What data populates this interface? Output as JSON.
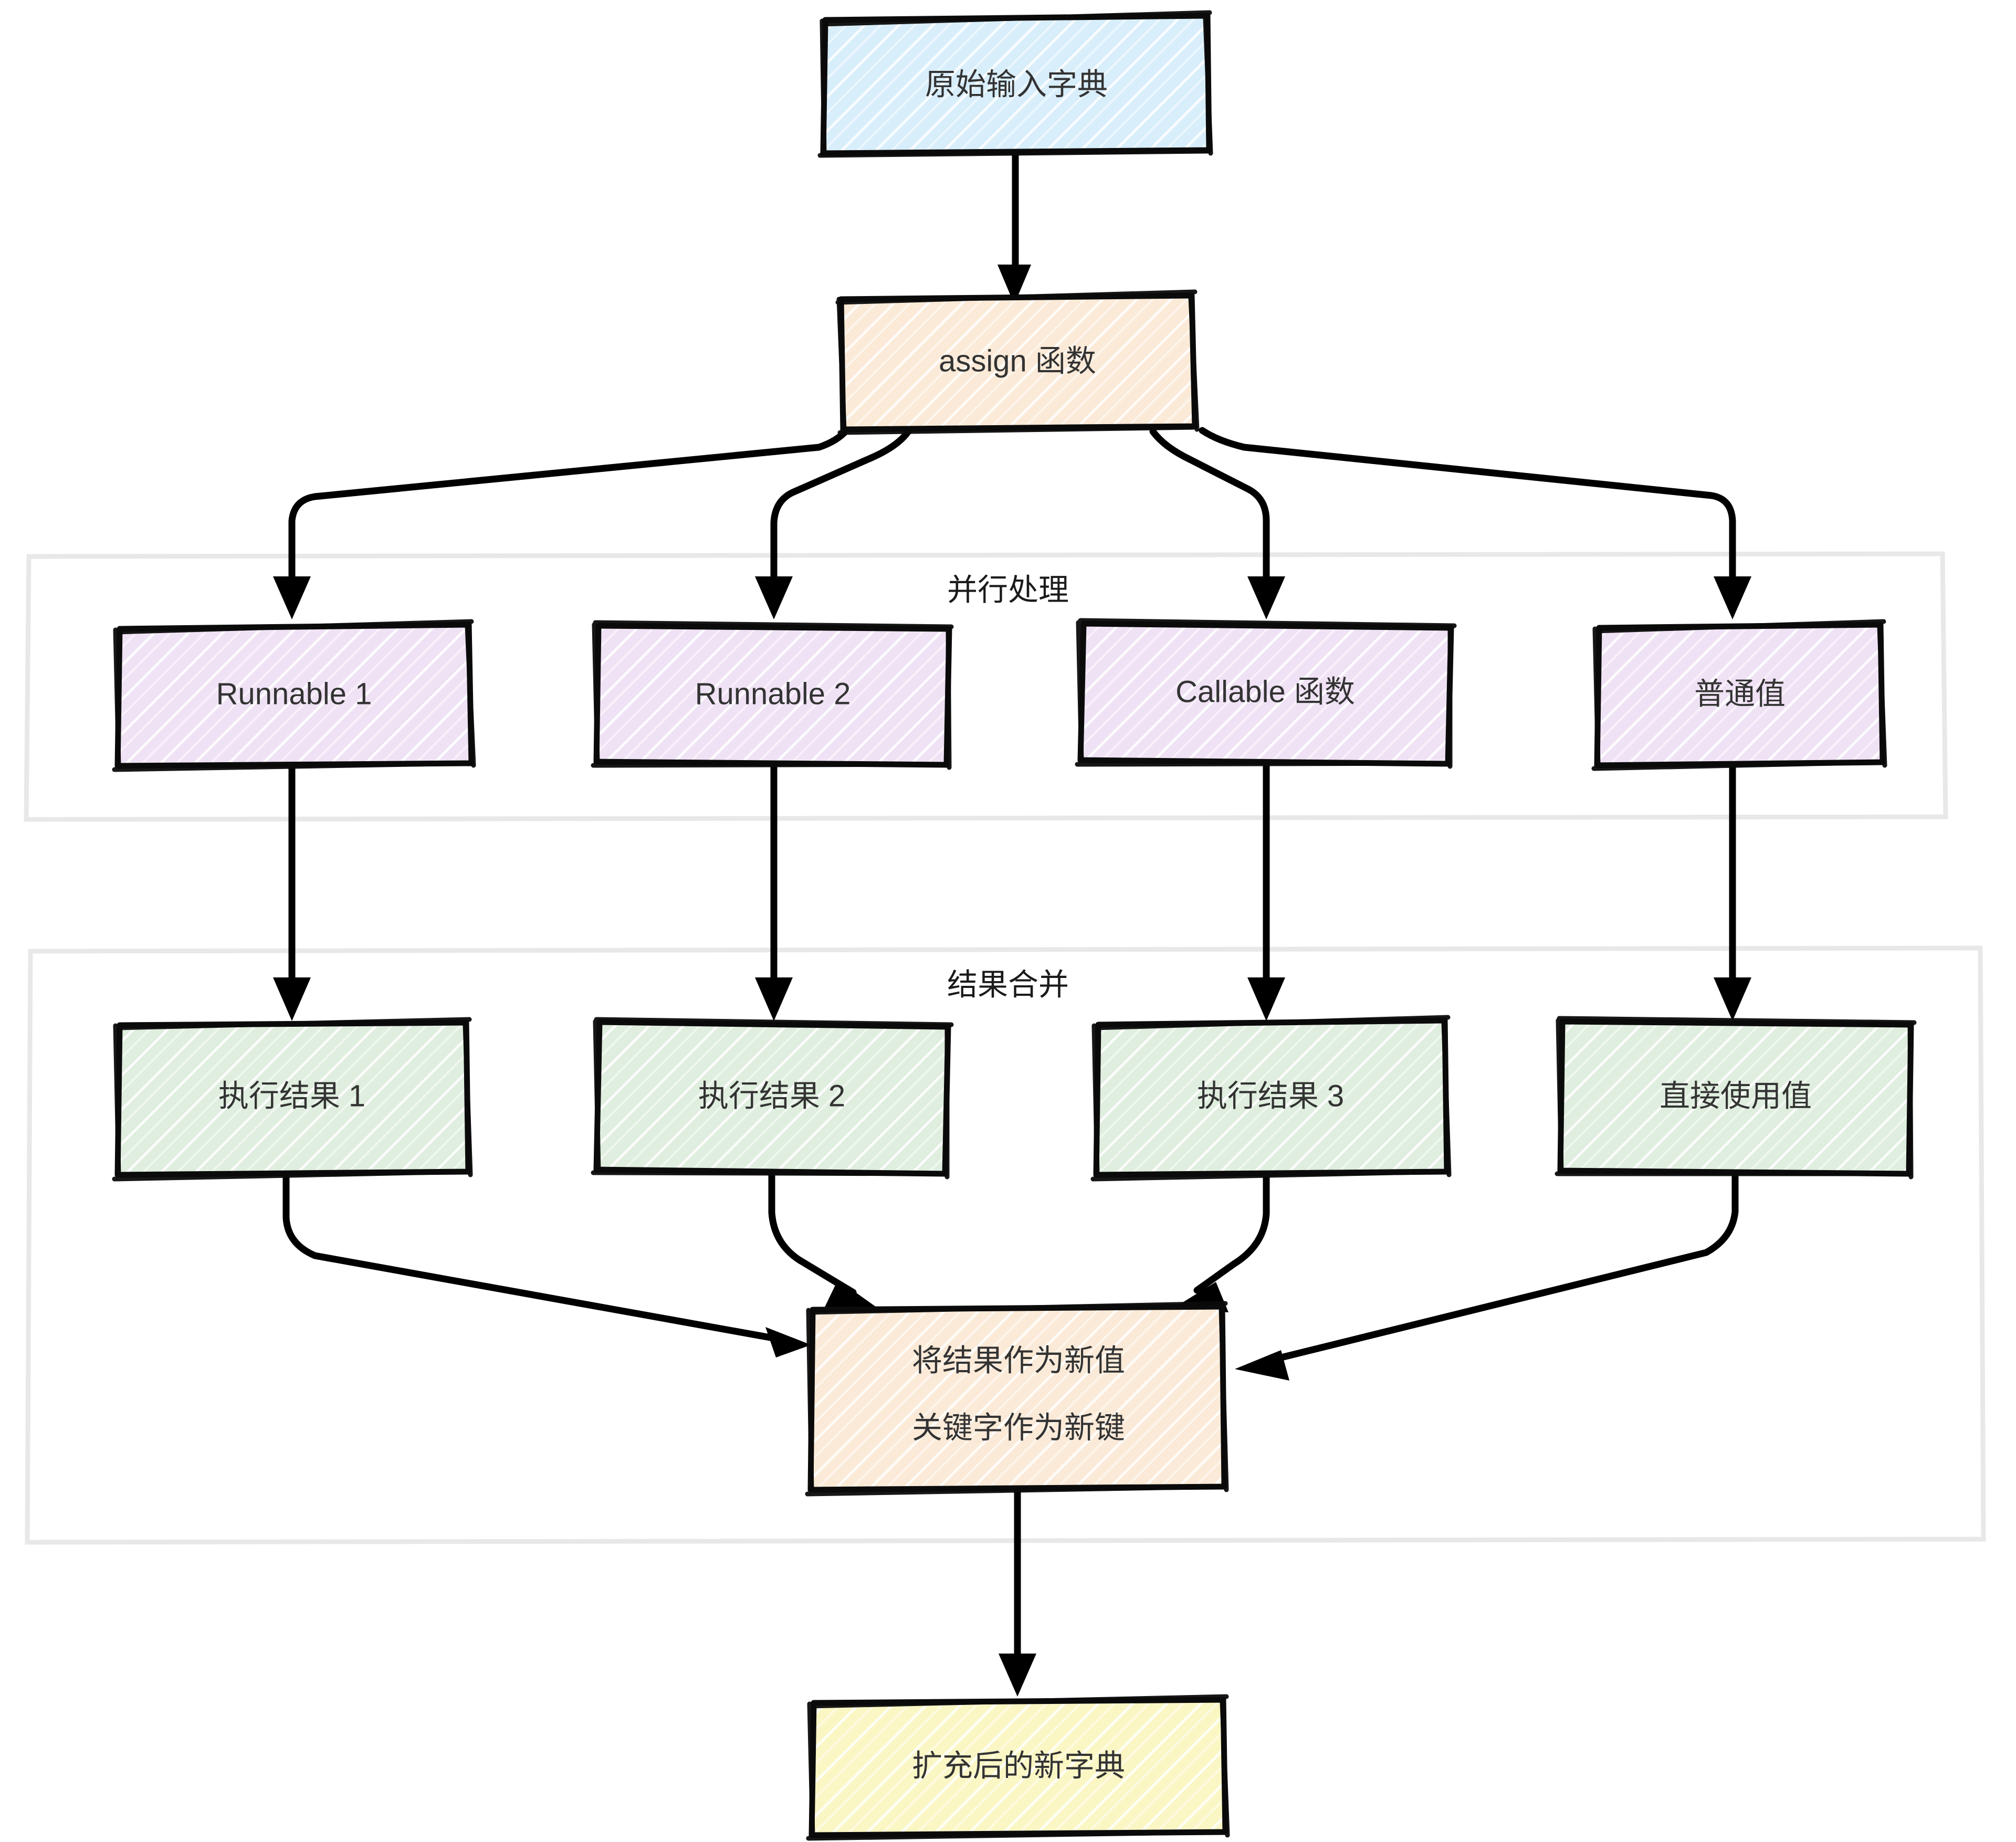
{
  "diagram": {
    "type": "flowchart",
    "direction": "top-down",
    "title": "",
    "theme": "hand-drawn",
    "background": "#ffffff"
  },
  "palette": {
    "input_fill": "#d8eefb",
    "input_stroke": "#0b0b0b",
    "process_fill": "#fbead7",
    "process_stroke": "#0b0b0b",
    "branch_fill": "#f0e2f5",
    "branch_stroke": "#0b0b0b",
    "result_fill": "#dfeede",
    "result_stroke": "#0b0b0b",
    "output_fill": "#fbf7c5",
    "output_stroke": "#0b0b0b",
    "cluster_stroke": "#e8e8e8",
    "edge_stroke": "#000000",
    "label_color": "#333333"
  },
  "clusters": [
    {
      "id": "parallel",
      "label": "并行处理"
    },
    {
      "id": "merge",
      "label": "结果合并"
    }
  ],
  "nodes": [
    {
      "id": "input",
      "label": "原始输入字典",
      "kind": "input"
    },
    {
      "id": "assign",
      "label": "assign 函数",
      "kind": "process"
    },
    {
      "id": "runnable1",
      "label": "Runnable 1",
      "kind": "branch",
      "cluster": "parallel"
    },
    {
      "id": "runnable2",
      "label": "Runnable 2",
      "kind": "branch",
      "cluster": "parallel"
    },
    {
      "id": "callable",
      "label": "Callable 函数",
      "kind": "branch",
      "cluster": "parallel"
    },
    {
      "id": "plain",
      "label": "普通值",
      "kind": "branch",
      "cluster": "parallel"
    },
    {
      "id": "result1",
      "label": "执行结果 1",
      "kind": "result",
      "cluster": "merge"
    },
    {
      "id": "result2",
      "label": "执行结果 2",
      "kind": "result",
      "cluster": "merge"
    },
    {
      "id": "result3",
      "label": "执行结果 3",
      "kind": "result",
      "cluster": "merge"
    },
    {
      "id": "direct",
      "label": "直接使用值",
      "kind": "result",
      "cluster": "merge"
    },
    {
      "id": "combine",
      "label_line1": "将结果作为新值",
      "label_line2": "关键字作为新键",
      "kind": "process",
      "cluster": "merge"
    },
    {
      "id": "output",
      "label": "扩充后的新字典",
      "kind": "output"
    }
  ],
  "edges": [
    {
      "from": "input",
      "to": "assign"
    },
    {
      "from": "assign",
      "to": "runnable1"
    },
    {
      "from": "assign",
      "to": "runnable2"
    },
    {
      "from": "assign",
      "to": "callable"
    },
    {
      "from": "assign",
      "to": "plain"
    },
    {
      "from": "runnable1",
      "to": "result1"
    },
    {
      "from": "runnable2",
      "to": "result2"
    },
    {
      "from": "callable",
      "to": "result3"
    },
    {
      "from": "plain",
      "to": "direct"
    },
    {
      "from": "result1",
      "to": "combine"
    },
    {
      "from": "result2",
      "to": "combine"
    },
    {
      "from": "result3",
      "to": "combine"
    },
    {
      "from": "direct",
      "to": "combine"
    },
    {
      "from": "combine",
      "to": "output"
    }
  ]
}
